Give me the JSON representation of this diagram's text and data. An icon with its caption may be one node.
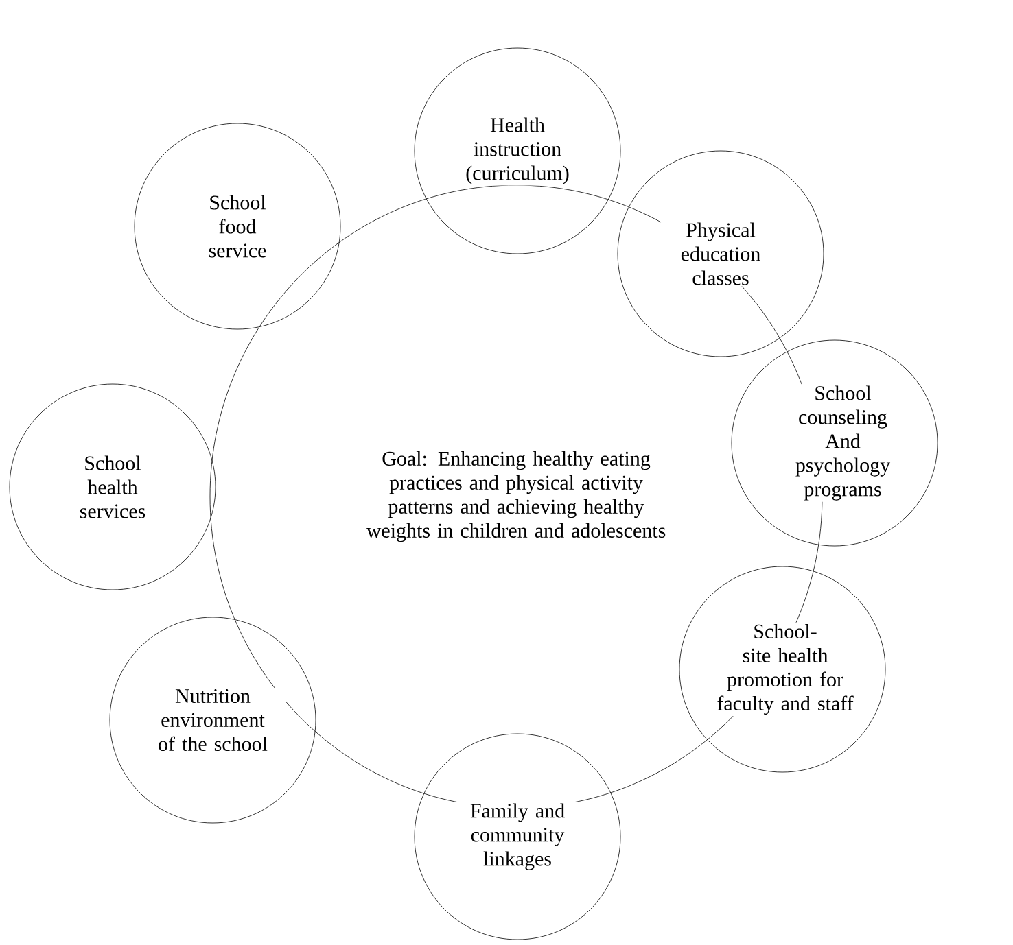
{
  "diagram": {
    "nodes": [
      {
        "text": [
          "Goal: Enhancing healthy eating practices and physical activity patterns and achieving healthy weights in children and adolescents"
        ]
      },
      {
        "text": [
          "Health instruction (curriculum)"
        ]
      },
      {
        "text": [
          "Physical education classes"
        ]
      },
      {
        "text": [
          "School counseling And psychology programs"
        ]
      },
      {
        "text": [
          "School-site health promotion for faculty and staff"
        ]
      },
      {
        "text": [
          "Family and community linkages"
        ]
      },
      {
        "text": [
          "Nutrition environment of the school"
        ]
      },
      {
        "text": [
          "School health services"
        ]
      },
      {
        "text": [
          "School food service"
        ]
      }
    ]
  }
}
